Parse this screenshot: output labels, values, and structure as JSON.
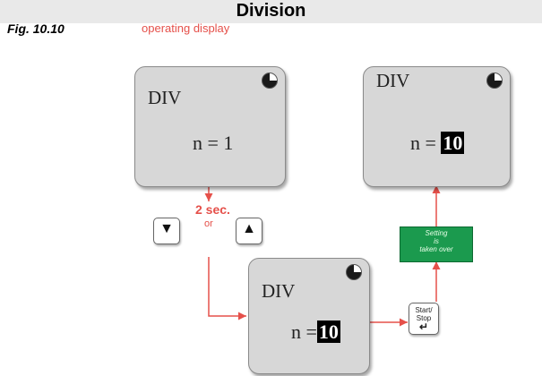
{
  "header": {
    "title": "Division"
  },
  "figure": {
    "label": "Fig. 10.10",
    "caption": "operating display"
  },
  "panels": {
    "top_left": {
      "mode": "DIV",
      "equation": "n = 1"
    },
    "top_right": {
      "mode": "DIV",
      "eq_prefix": "n = ",
      "value": "10"
    },
    "bottom": {
      "mode": "DIV",
      "eq_prefix": "n =",
      "value": "10"
    }
  },
  "timing": {
    "duration": "2 sec.",
    "or": "or"
  },
  "keys": {
    "down": "▼",
    "up": "▲",
    "start_stop_line1": "Start/",
    "start_stop_line2": "Stop",
    "enter_symbol": "↵"
  },
  "confirm_box": {
    "line1": "Setting",
    "line2": "is",
    "line3": "taken over"
  },
  "colors": {
    "accent_red": "#e5504a",
    "confirm_green": "#1b9a4e",
    "panel_gray": "#d7d7d7"
  }
}
